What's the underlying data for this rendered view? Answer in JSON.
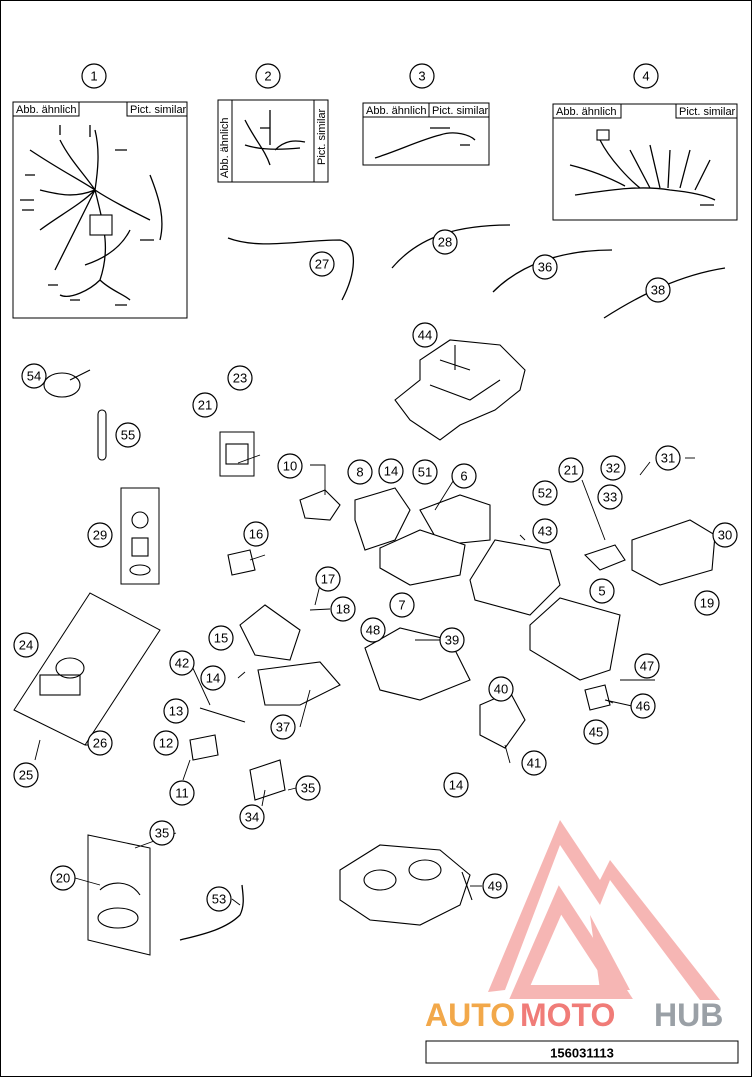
{
  "diagram": {
    "document_number": "156031113",
    "variant_labels": {
      "de": "Abb. ähnlich",
      "en": "Pict. similar"
    },
    "watermark": {
      "auto": "AUTO",
      "moto": "MOTO",
      "hub": "HUB"
    },
    "callouts": [
      "1",
      "2",
      "3",
      "4",
      "27",
      "28",
      "36",
      "38",
      "44",
      "54",
      "55",
      "21",
      "23",
      "10",
      "8",
      "14",
      "51",
      "6",
      "21",
      "52",
      "32",
      "31",
      "33",
      "30",
      "29",
      "16",
      "17",
      "18",
      "43",
      "7",
      "5",
      "19",
      "24",
      "15",
      "42",
      "14",
      "48",
      "39",
      "47",
      "46",
      "45",
      "13",
      "37",
      "12",
      "40",
      "41",
      "26",
      "25",
      "11",
      "34",
      "35",
      "14",
      "35",
      "20",
      "49",
      "53"
    ]
  }
}
